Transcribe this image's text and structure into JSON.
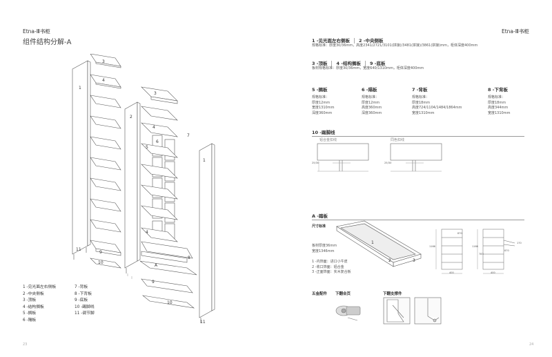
{
  "left": {
    "brand": "Etna-Ⅲ书柜",
    "title": "组件结构分解-A",
    "page": "23",
    "legend_col1": [
      "1 -见光面左右侧板",
      "2 -中央侧板",
      "3 -顶板",
      "4 -结构搁板",
      "5 -搁板",
      "6 -隔板"
    ],
    "legend_col2": [
      "7 -背板",
      "8 -下背板",
      "9 -底板",
      "10 -踢脚线",
      "11 -调节脚"
    ],
    "callouts": [
      "1",
      "2",
      "3",
      "4",
      "5",
      "6",
      "7",
      "8",
      "9",
      "10",
      "11",
      "A"
    ]
  },
  "right": {
    "brand": "Etna-Ⅲ书柜",
    "page": "24",
    "sec1": {
      "h1": "1 -见光面左右侧板",
      "h2": "2 -中央侧板",
      "spec": "规格标准：厚度30/36mm，高度2341/2721/3101(拼接)/3481(拼接)/3861(拼接)mm，柜体深度400mm"
    },
    "sec2": {
      "h1": "3 -顶板",
      "h2": "4 -结构搁板",
      "h3": "9 -底板",
      "spec": "板材规格标准：厚度30/36mm，宽度640/1310mm，柜体深度400mm"
    },
    "parts": [
      {
        "title": "5 -搁板",
        "lines": [
          "规格标准：",
          "厚度12mm",
          "宽度1310mm",
          "深度360mm"
        ]
      },
      {
        "title": "6 -隔板",
        "lines": [
          "规格标准：",
          "厚度12mm",
          "高度360mm",
          "深度360mm"
        ]
      },
      {
        "title": "7 -背板",
        "lines": [
          "规格标准：",
          "厚度18mm",
          "高度724/1104/1484/1864mm",
          "宽度1310mm"
        ]
      },
      {
        "title": "8 -下背板",
        "lines": [
          "规格标准：",
          "厚度18mm",
          "高度344mm",
          "宽度1310mm"
        ]
      }
    ],
    "kick": {
      "title": "10 -踢脚线",
      "label_a": "铝合金扣线",
      "label_b": "同色扣线",
      "dim": "25/30"
    },
    "drawer": {
      "title": "A -踏板",
      "size_label": "尺寸标准",
      "spec": [
        "板材厚度36mm",
        "宽度1346mm"
      ],
      "notes": [
        "1 -内饰面：进口小牛皮",
        "2 -收口饰面：铝合金",
        "3 -正面饰面：实木复合板"
      ],
      "callouts": [
        "1",
        "2",
        "3"
      ],
      "dims": [
        "1166",
        "870",
        "400",
        "1166",
        "783",
        "400",
        "870",
        "170"
      ]
    },
    "hardware": {
      "title": "五金配件",
      "item1": "下翻合页",
      "item2": "下翻支撑件"
    }
  }
}
